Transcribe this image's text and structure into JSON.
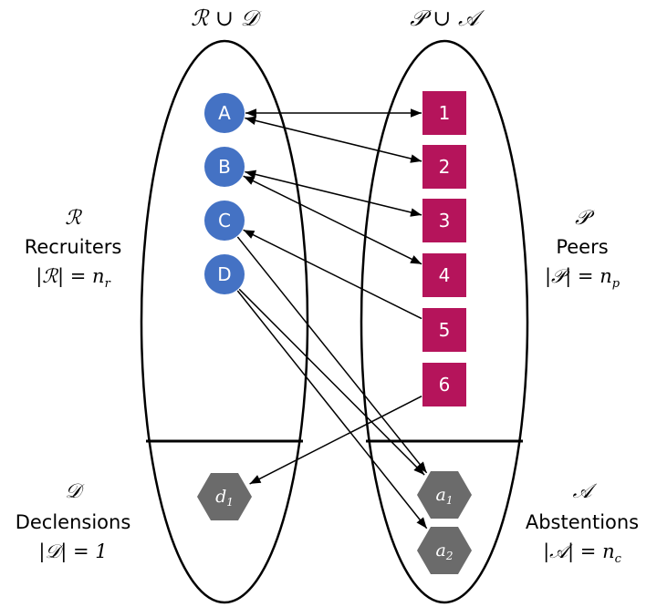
{
  "headers": {
    "left": "ℛ ∪ 𝒟",
    "right": "𝒫 ∪ 𝒜"
  },
  "labels": {
    "recruiters": {
      "symbol": "ℛ",
      "name": "Recruiters",
      "formula": "|ℛ| = n",
      "sub": "r"
    },
    "peers": {
      "symbol": "𝒫",
      "name": "Peers",
      "formula": "|𝒫| = n",
      "sub": "p"
    },
    "declensions": {
      "symbol": "𝒟",
      "name": "Declensions",
      "formula": "|𝒟| = 1",
      "sub": ""
    },
    "abstentions": {
      "symbol": "𝒜",
      "name": "Abstentions",
      "formula": "|𝒜| = n",
      "sub": "c"
    }
  },
  "recruiters": [
    "A",
    "B",
    "C",
    "D"
  ],
  "peers": [
    "1",
    "2",
    "3",
    "4",
    "5",
    "6"
  ],
  "declension_nodes": [
    {
      "base": "d",
      "sub": "1"
    }
  ],
  "abstention_nodes": [
    {
      "base": "a",
      "sub": "1"
    },
    {
      "base": "a",
      "sub": "2"
    }
  ],
  "edges": [
    {
      "from": "A",
      "to": "1",
      "bidirectional": true
    },
    {
      "from": "A",
      "to": "2",
      "bidirectional": true
    },
    {
      "from": "B",
      "to": "3",
      "bidirectional": true
    },
    {
      "from": "B",
      "to": "4",
      "bidirectional": true
    },
    {
      "from": "C",
      "to": "5",
      "bidirectional": false,
      "arrow_at": "C"
    },
    {
      "from": "C",
      "to": "a1",
      "bidirectional": false,
      "arrow_at": "a1"
    },
    {
      "from": "D",
      "to": "a1",
      "bidirectional": false,
      "arrow_at": "a1"
    },
    {
      "from": "D",
      "to": "a2",
      "bidirectional": false,
      "arrow_at": "a2"
    },
    {
      "from": "6",
      "to": "d1",
      "bidirectional": false,
      "arrow_at": "d1"
    }
  ],
  "colors": {
    "recruiter": "#4472c4",
    "peer": "#b5145b",
    "hexagon": "#6b6b6b",
    "stroke": "#000000",
    "text_on_node": "#ffffff"
  }
}
